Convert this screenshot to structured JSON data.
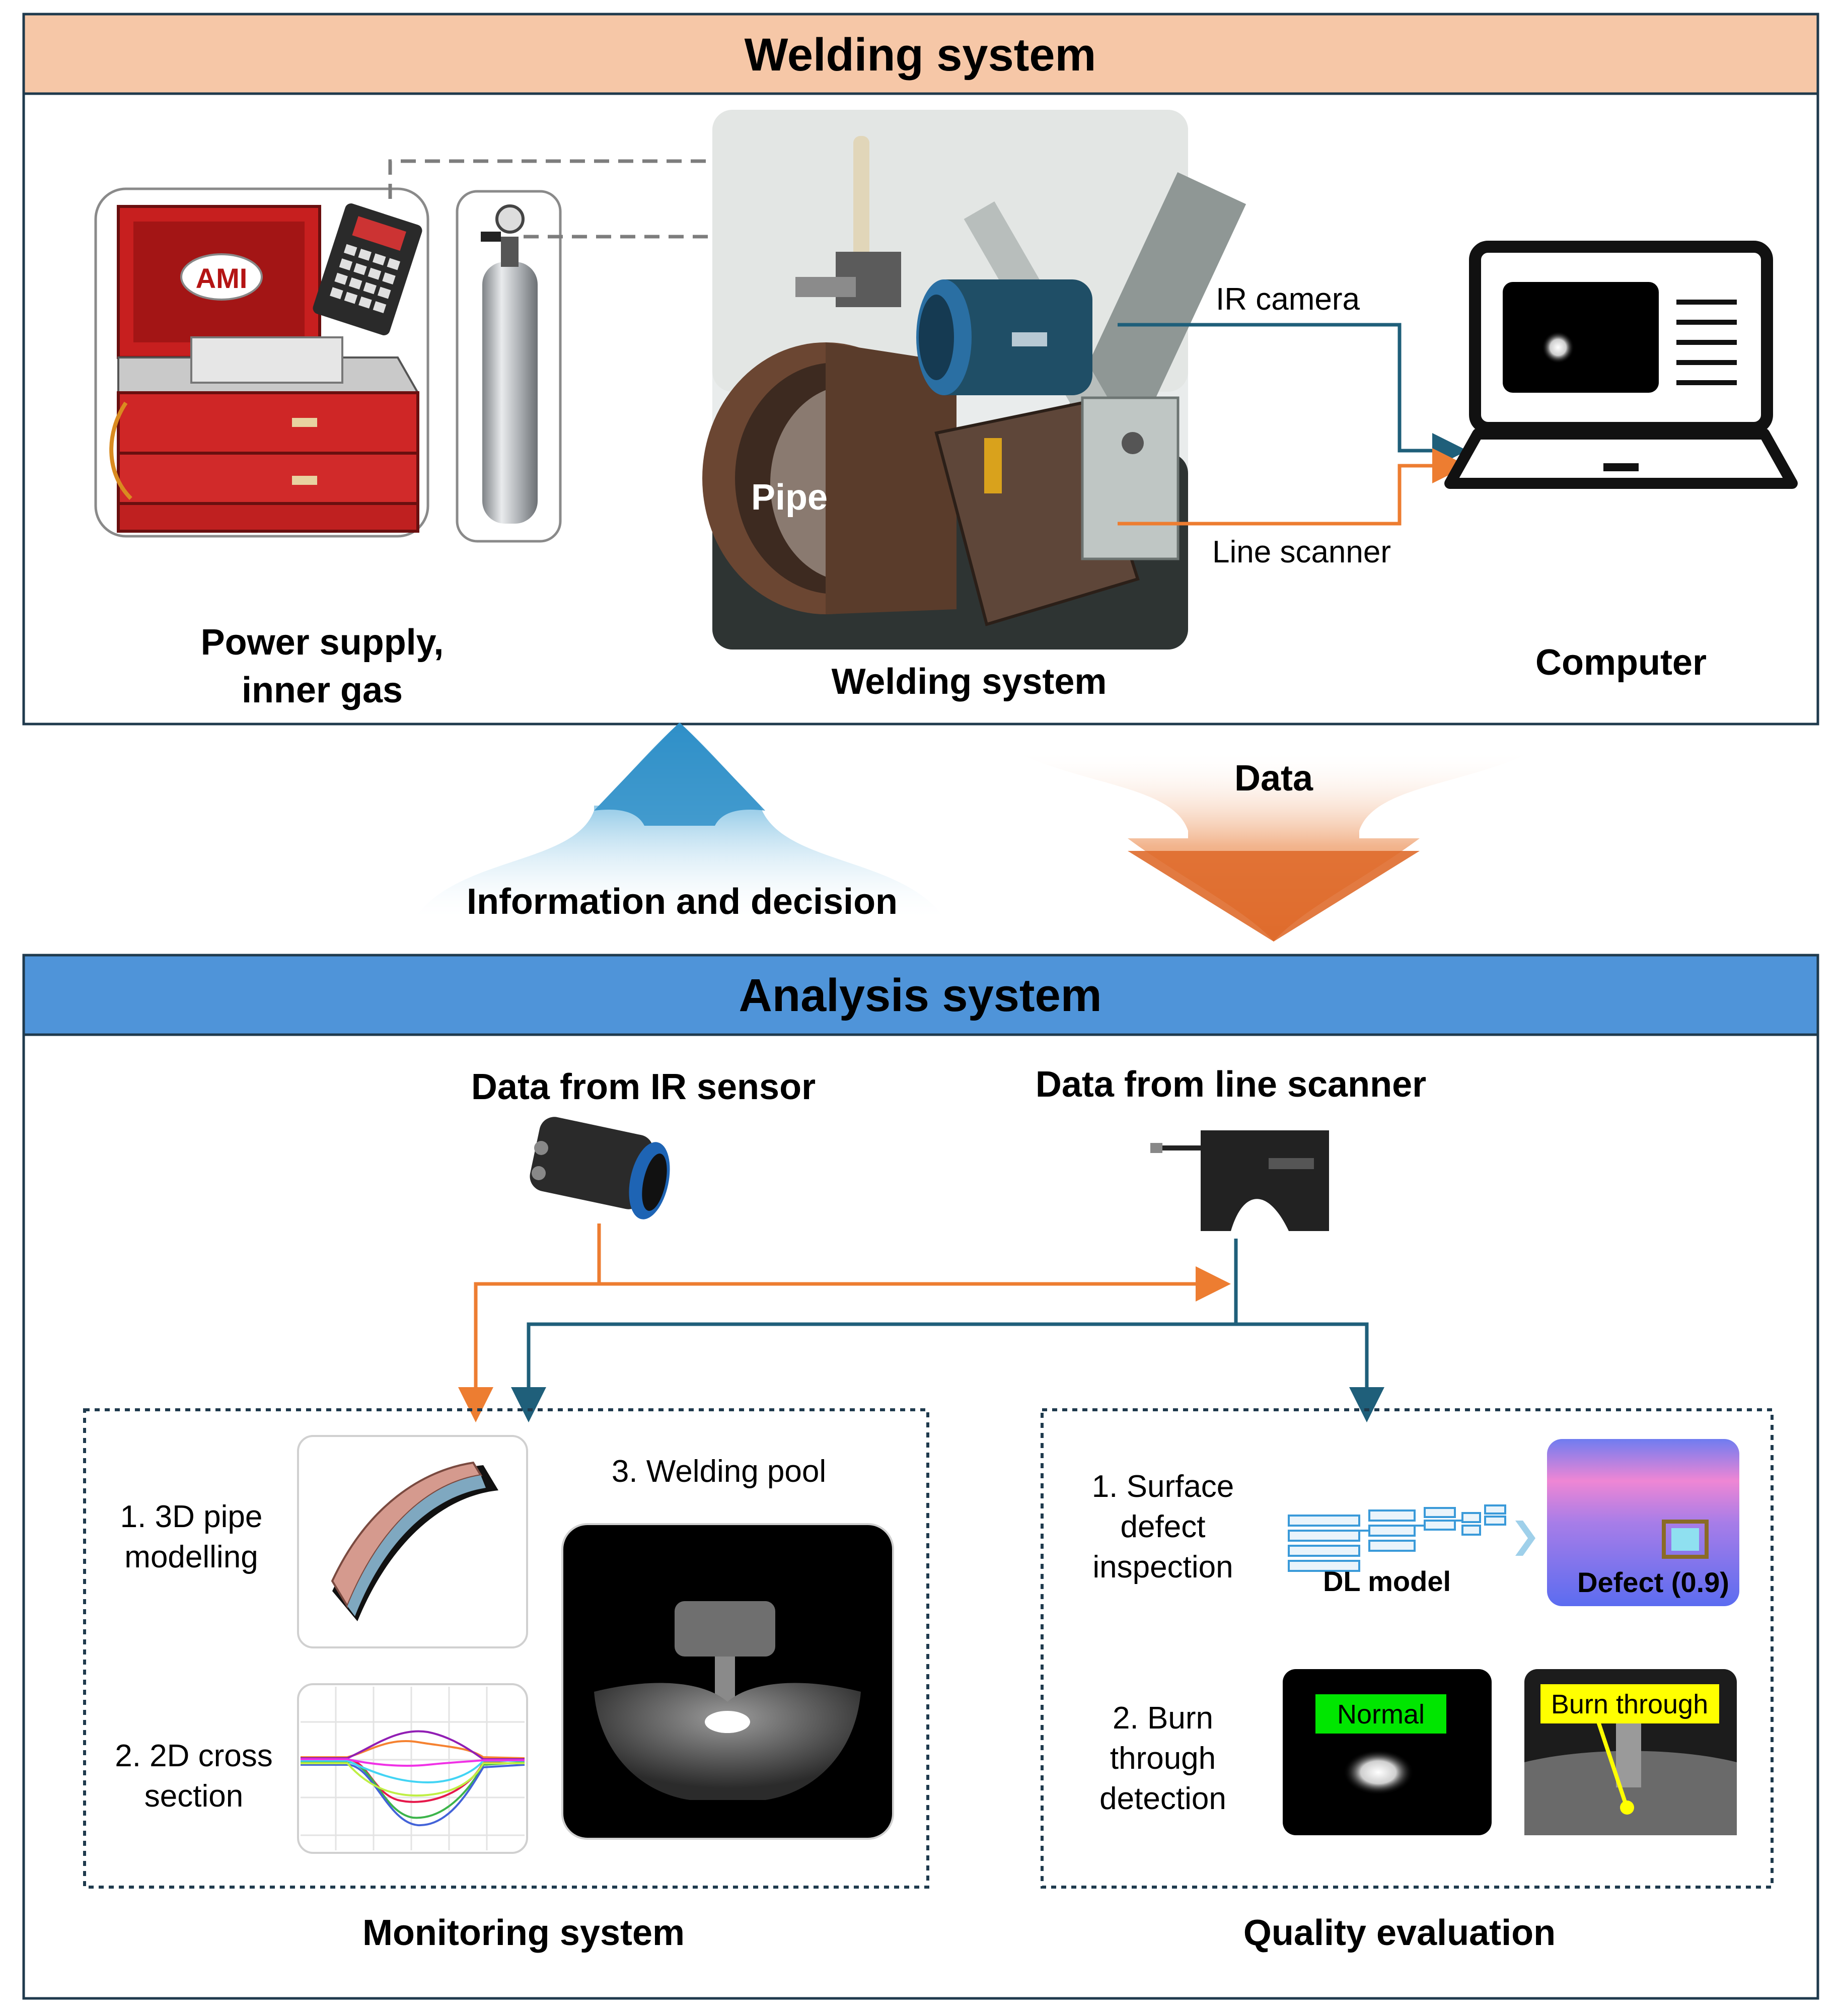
{
  "welding_section": {
    "title": "Welding system",
    "header_color": "#f6c7a7",
    "power_supply_label": [
      "Power supply,",
      "inner gas"
    ],
    "welding_photo_label": "Welding system",
    "pipe_label": "Pipe",
    "ir_camera_label": "IR camera",
    "line_scanner_label": "Line scanner",
    "computer_label": "Computer",
    "machine_brand": "AMI"
  },
  "flow": {
    "up_arrow_label": "Information and decision",
    "down_arrow_label": "Data",
    "up_arrow_color": "#3c9bd0",
    "down_arrow_color": "#e2793f"
  },
  "analysis_section": {
    "title": "Analysis system",
    "header_color": "#4f94d9",
    "ir_sensor_label": "Data from IR sensor",
    "line_scanner_data_label": "Data from line scanner",
    "orange_line_color": "#ed7d31",
    "blue_line_color": "#1f5f7a"
  },
  "monitoring": {
    "title": "Monitoring system",
    "item1": [
      "1. 3D pipe",
      "modelling"
    ],
    "item2": [
      "2. 2D cross",
      "section"
    ],
    "item3": "3. Welding pool"
  },
  "quality": {
    "title": "Quality evaluation",
    "item1": [
      "1. Surface",
      "defect",
      "inspection"
    ],
    "dl_model_label": "DL model",
    "defect_label": "Defect (0.9)",
    "item2": [
      "2. Burn",
      "through",
      "detection"
    ],
    "normal_tag": "Normal",
    "burn_tag": "Burn through"
  }
}
